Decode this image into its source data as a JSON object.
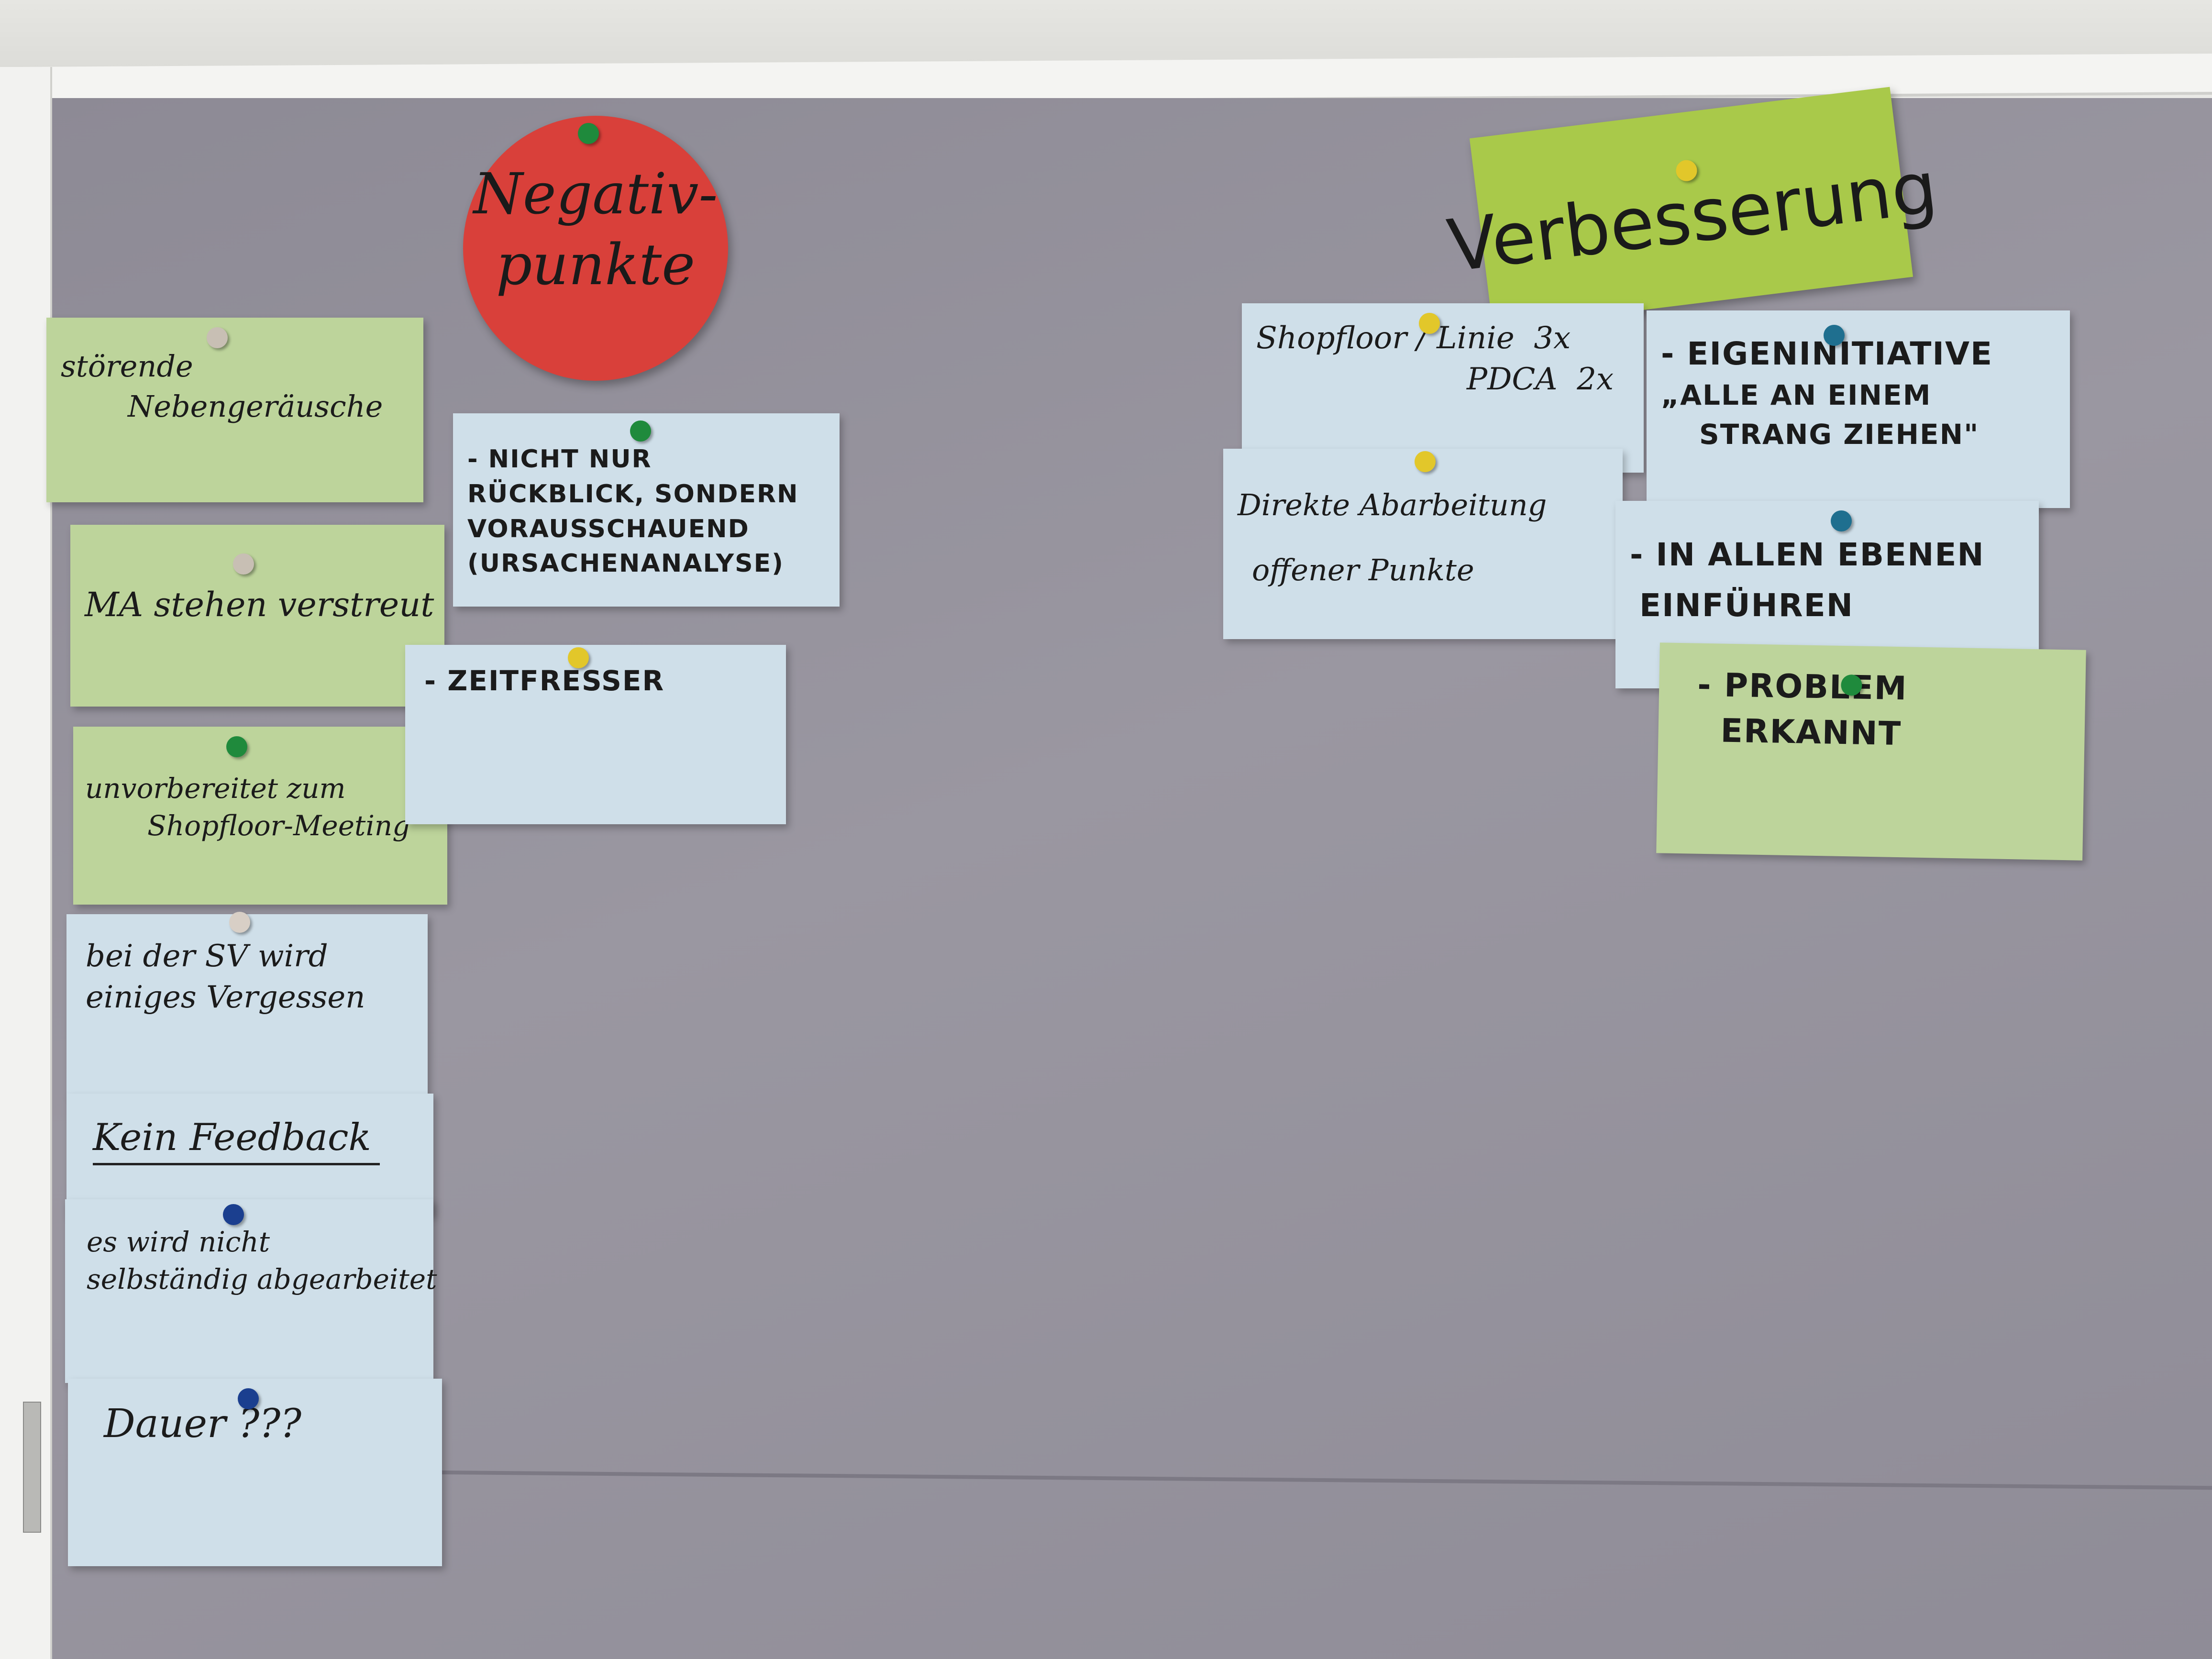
{
  "board_title_negative": {
    "line1": "Negativ-",
    "line2": "punkte"
  },
  "board_title_positive": "Verbesserung",
  "negative_cards": [
    {
      "lines": [
        "störende",
        "Nebengeräusche"
      ]
    },
    {
      "lines": [
        "MA stehen verstreut"
      ]
    },
    {
      "lines": [
        "unvorbereitet zum",
        "Shopfloor-Meeting"
      ]
    },
    {
      "lines": [
        "bei der SV wird",
        "einiges Vergessen"
      ]
    },
    {
      "lines": [
        "Kein Feedback"
      ]
    },
    {
      "lines": [
        "es wird nicht",
        "selbständig abgearbeitet"
      ]
    },
    {
      "lines": [
        "Dauer ???"
      ]
    },
    {
      "lines": [
        "- NICHT NUR",
        "RÜCKBLICK, SONDERN",
        "VORAUSSCHAUEND",
        "(URSACHENANALYSE)"
      ]
    },
    {
      "lines": [
        "- ZEITFRESSER"
      ]
    }
  ],
  "improvement_cards": [
    {
      "lines": [
        "Shopfloor / Linie  3x",
        "PDCA  2x"
      ]
    },
    {
      "lines": [
        "Direkte Abarbeitung",
        "offener Punkte"
      ]
    },
    {
      "lines": [
        "- EIGENINITIATIVE",
        "„ALLE AN EINEM",
        "STRANG ZIEHEN\""
      ]
    },
    {
      "lines": [
        "- IN ALLEN EBENEN",
        "EINFÜHREN"
      ]
    },
    {
      "lines": [
        "- PROBLEM",
        "ERKANNT"
      ]
    }
  ],
  "colors": {
    "board": "#938f9a",
    "green_card": "#bdd49b",
    "blue_card": "#cfdfe9",
    "red_circle": "#d9403a",
    "title_card": "#a9c94a"
  }
}
